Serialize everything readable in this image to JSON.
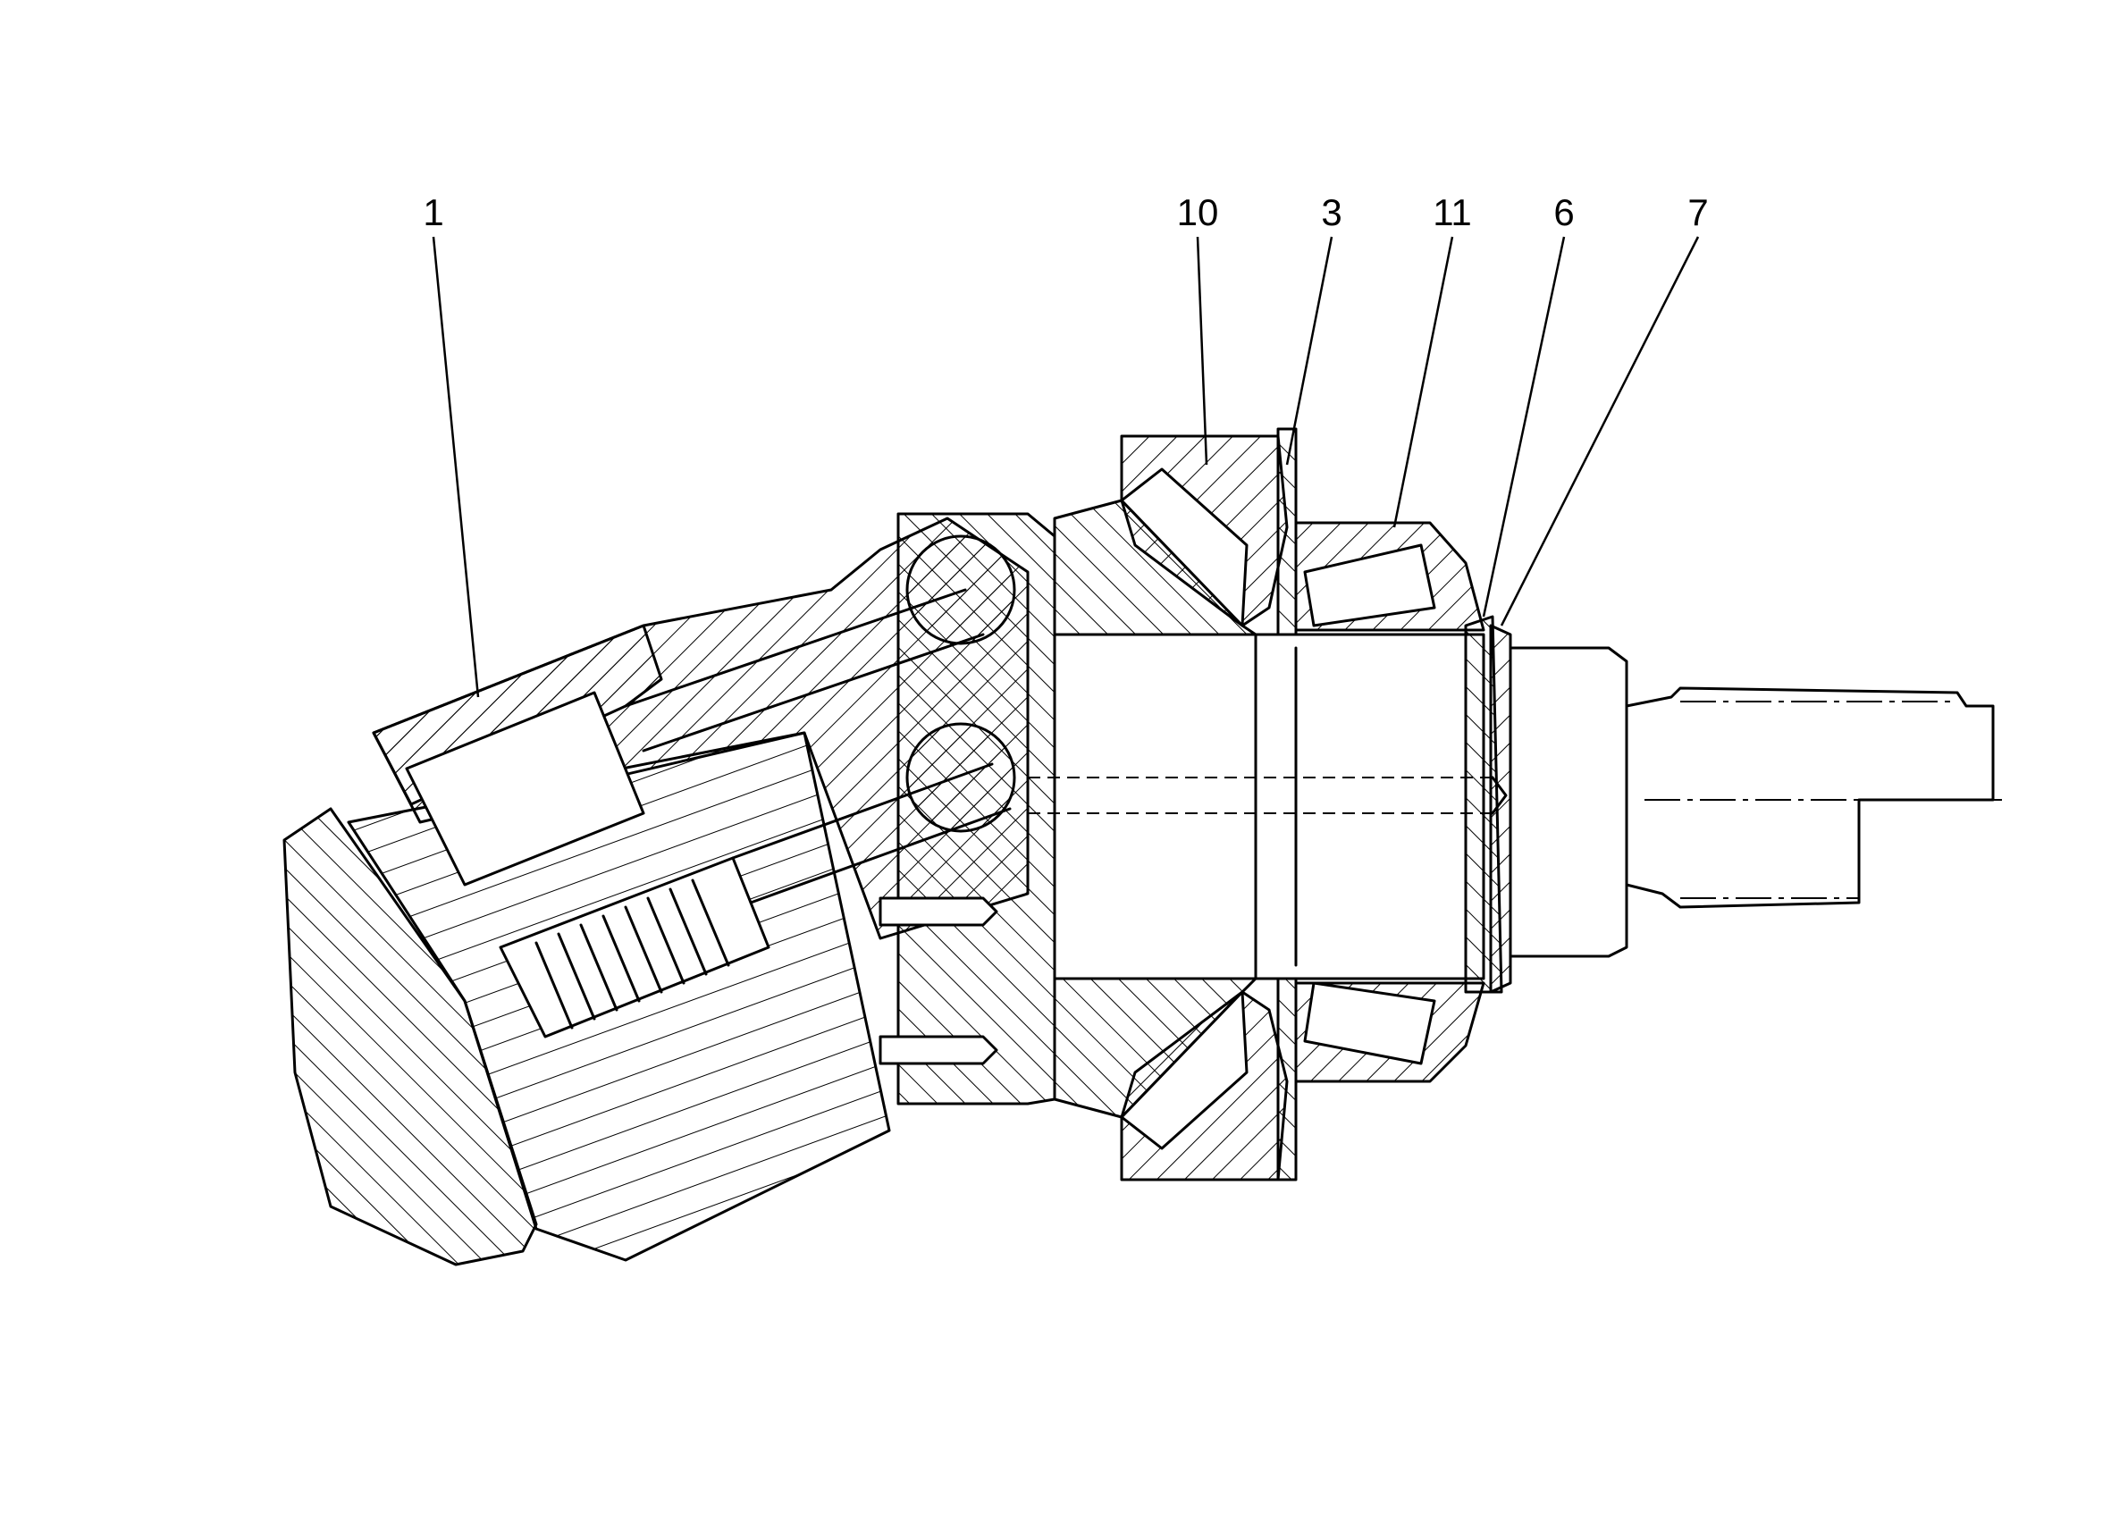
{
  "callouts": {
    "c1": "1",
    "c10": "10",
    "c3": "3",
    "c11": "11",
    "c6": "6",
    "c7": "7"
  }
}
